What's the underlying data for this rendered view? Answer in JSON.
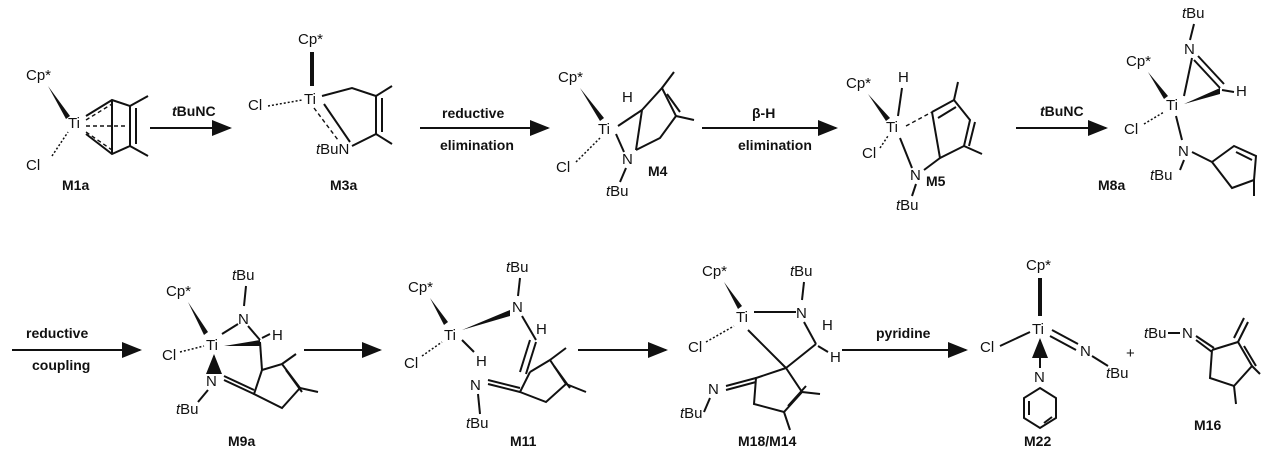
{
  "atoms": {
    "ti": "Ti",
    "cl": "Cl",
    "cp": "Cp*",
    "h": "H",
    "n": "N",
    "tbu_t": "t",
    "tbu_bu": "Bu",
    "plus": "+"
  },
  "compounds": [
    "M1a",
    "M3a",
    "M4",
    "M5",
    "M8a",
    "M9a",
    "M11",
    "M18/M14",
    "M22",
    "M16"
  ],
  "arrows": {
    "a1": {
      "italic": "t",
      "text": "BuNC"
    },
    "a2": {
      "line1": "reductive",
      "line2": "elimination"
    },
    "a3": {
      "line1": "β-H",
      "line2": "elimination"
    },
    "a4": {
      "italic": "t",
      "text": "BuNC"
    },
    "a5": {
      "line1": "reductive",
      "line2": "coupling"
    },
    "a6": {
      "text": "pyridine"
    }
  }
}
